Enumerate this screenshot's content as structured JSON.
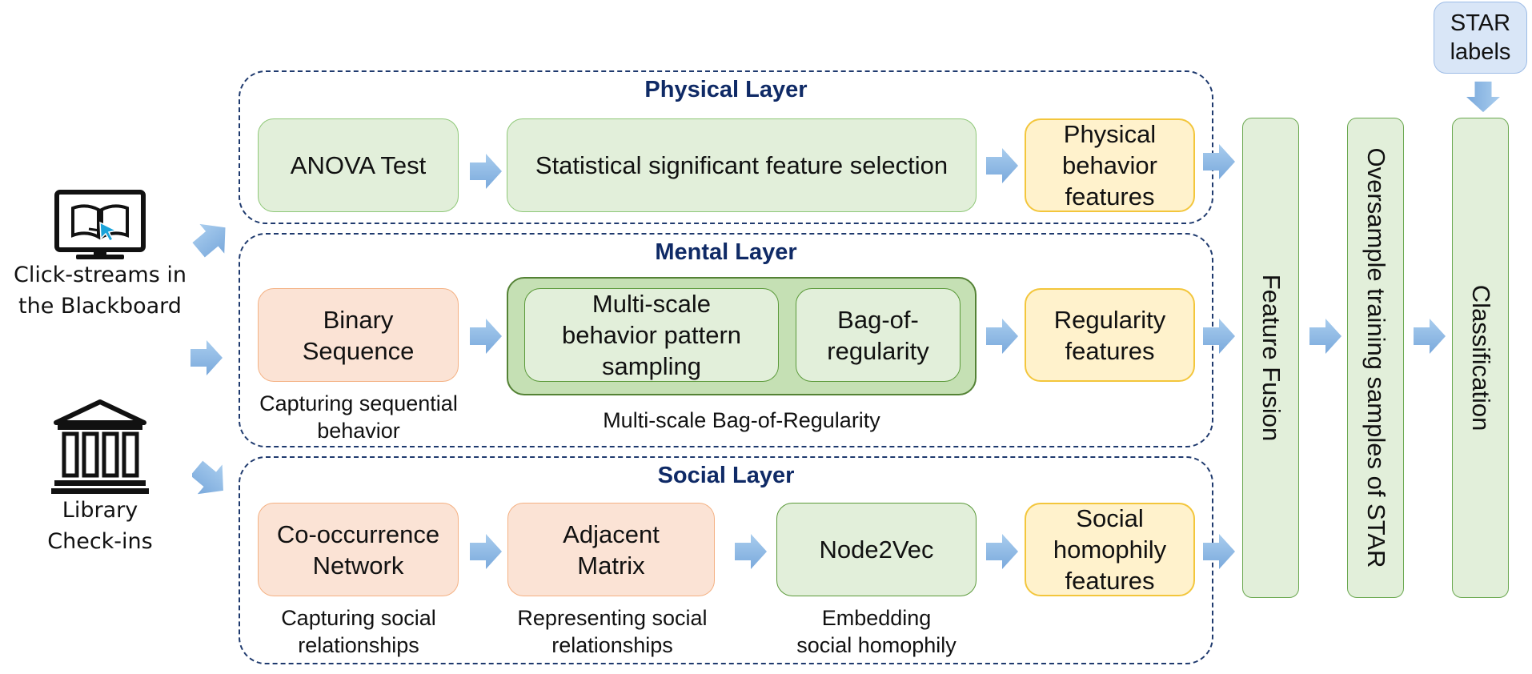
{
  "sources": {
    "clickstream_label": [
      "Click-streams in",
      "the Blackboard"
    ],
    "library_label": [
      "Library",
      "Check-ins"
    ]
  },
  "physical": {
    "title": "Physical Layer",
    "anova": "ANOVA Test",
    "selection": "Statistical significant feature selection",
    "features": [
      "Physical",
      "behavior",
      "features"
    ]
  },
  "mental": {
    "title": "Mental Layer",
    "binary": [
      "Binary",
      "Sequence"
    ],
    "binary_caption": [
      "Capturing sequential",
      "behavior"
    ],
    "multiscale": [
      "Multi-scale",
      "behavior pattern",
      "sampling"
    ],
    "bag": [
      "Bag-of-",
      "regularity"
    ],
    "bag_caption": "Multi-scale Bag-of-Regularity",
    "features": [
      "Regularity",
      "features"
    ]
  },
  "social": {
    "title": "Social Layer",
    "cooccur": [
      "Co-occurrence",
      "Network"
    ],
    "cooccur_caption": [
      "Capturing social",
      "relationships"
    ],
    "adjacent": [
      "Adjacent",
      "Matrix"
    ],
    "adjacent_caption": [
      "Representing social",
      "relationships"
    ],
    "node2vec": "Node2Vec",
    "node2vec_caption": [
      "Embedding",
      "social homophily"
    ],
    "features": [
      "Social",
      "homophily",
      "features"
    ]
  },
  "pipeline": {
    "fusion": "Feature Fusion",
    "oversample": "Oversample training samples of STAR",
    "classification": "Classification",
    "star_labels": [
      "STAR",
      "labels"
    ]
  },
  "colors": {
    "arrow_fill": "#9dc3e6",
    "layer_border": "#1f3a6e",
    "title_color": "#0f2a66"
  },
  "icons": [
    "monitor-book-icon",
    "library-building-icon"
  ]
}
